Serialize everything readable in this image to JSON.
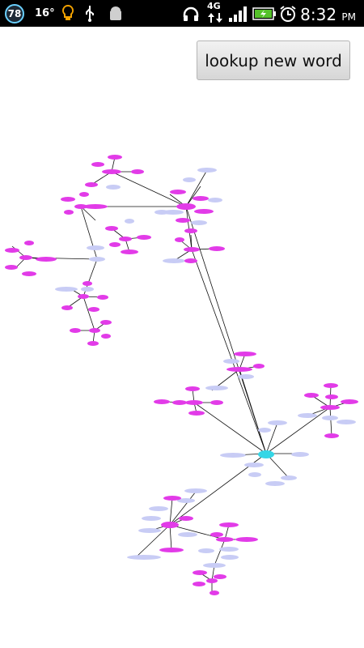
{
  "status_bar": {
    "notification_count": "78",
    "temperature": "16°",
    "network": "4G",
    "time": "8:32",
    "ampm": "PM"
  },
  "lookup_button": {
    "label": "lookup new word"
  },
  "colors": {
    "node_primary": "#e23be8",
    "node_secondary": "#c8ccf5",
    "center_node": "#35d6e6",
    "edge": "#111111"
  }
}
